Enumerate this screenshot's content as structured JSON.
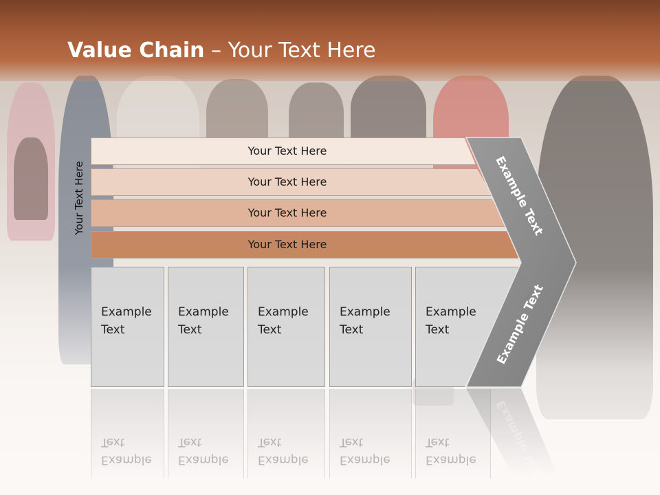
{
  "slide": {
    "title_bold": "Value Chain",
    "title_rest": " – Your Text Here",
    "side_label": "Your Text Here"
  },
  "bands": [
    {
      "label": "Your Text Here",
      "color": "#f5e9df"
    },
    {
      "label": "Your Text Here",
      "color": "#ecd2c3"
    },
    {
      "label": "Your Text Here",
      "color": "#dfb49b"
    },
    {
      "label": "Your Text Here",
      "color": "#c68863"
    }
  ],
  "boxes": [
    {
      "line1": "Example",
      "line2": "Text"
    },
    {
      "line1": "Example",
      "line2": "Text"
    },
    {
      "line1": "Example",
      "line2": "Text"
    },
    {
      "line1": "Example",
      "line2": "Text"
    },
    {
      "line1": "Example",
      "line2": "Text"
    }
  ],
  "chevron": {
    "upper_label": "Example Text",
    "lower_label": "Example Text",
    "color": "#8f8f8f"
  }
}
